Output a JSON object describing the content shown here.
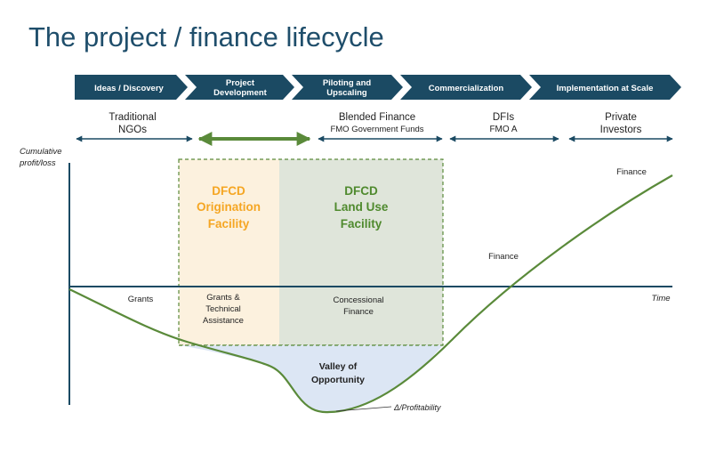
{
  "title": "The project / finance lifecycle",
  "colors": {
    "chevron": "#1b4a63",
    "axis": "#1b4a63",
    "curve": "#5a8a3a",
    "origination_fill": "#fcf1de",
    "origination_text": "#f5a623",
    "landuse_fill": "#dfe5da",
    "landuse_text": "#4f8a2e",
    "valley_fill": "#dce6f4",
    "dash": "#5a8a3a"
  },
  "stages": [
    {
      "line1": "Ideas / Discovery",
      "line2": ""
    },
    {
      "line1": "Project",
      "line2": "Development"
    },
    {
      "line1": "Piloting and",
      "line2": "Upscaling"
    },
    {
      "line1": "Commercialization",
      "line2": ""
    },
    {
      "line1": "Implementation at Scale",
      "line2": ""
    }
  ],
  "funders": {
    "ngos": {
      "line1": "Traditional",
      "line2": "NGOs"
    },
    "blended": {
      "line1": "Blended Finance",
      "line2": "FMO Government Funds"
    },
    "dfis": {
      "line1": "DFIs",
      "line2": "FMO A"
    },
    "private": {
      "line1": "Private",
      "line2": "Investors"
    }
  },
  "axis": {
    "y_line1": "Cumulative",
    "y_line2": "profit/loss",
    "x_label": "Time"
  },
  "facilities": {
    "origination": {
      "line1": "DFCD",
      "line2": "Origination",
      "line3": "Facility"
    },
    "landuse": {
      "line1": "DFCD",
      "line2": "Land Use",
      "line3": "Facility"
    }
  },
  "annotations": {
    "grants": "Grants",
    "grants_ta": {
      "line1": "Grants &",
      "line2": "Technical",
      "line3": "Assistance"
    },
    "concessional": {
      "line1": "Concessional",
      "line2": "Finance"
    },
    "finance_mid": "Finance",
    "finance_top": "Finance",
    "valley": {
      "line1": "Valley of",
      "line2": "Opportunity"
    },
    "profitability": "Δ/Profitability"
  }
}
